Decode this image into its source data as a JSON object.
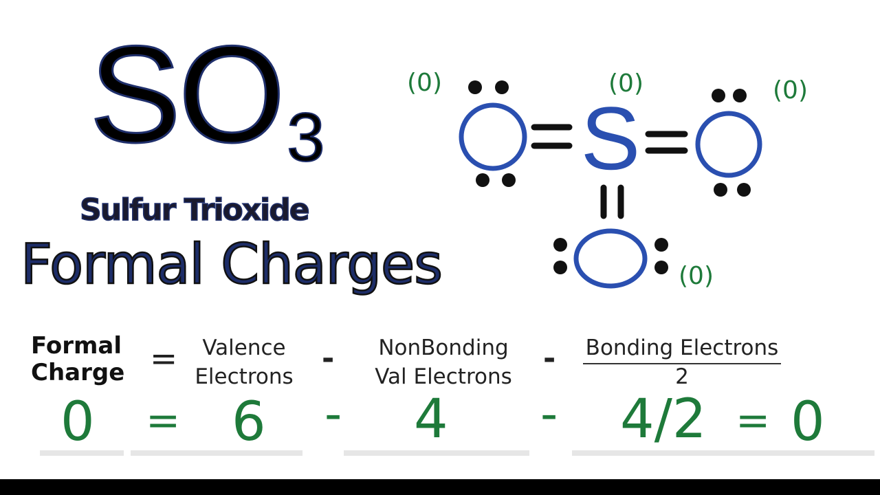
{
  "heading": {
    "formula_main": "SO",
    "formula_subscript": "3",
    "subtitle": "Sulfur Trioxide",
    "title": "Formal Charges"
  },
  "formula": {
    "label_line1": "Formal",
    "label_line2": "Charge",
    "equals": "=",
    "minus": "-",
    "valence_line1": "Valence",
    "valence_line2": "Electrons",
    "nonbonding_line1": "NonBonding",
    "nonbonding_line2": "Val Electrons",
    "bonding_numerator": "Bonding Electrons",
    "bonding_denominator": "2"
  },
  "calculation": {
    "result": "0",
    "equals": "=",
    "valence": "6",
    "minus": "-",
    "nonbonding": "4",
    "bonding_fraction": "4/2",
    "final": "0"
  },
  "structure": {
    "atom_left": "O",
    "atom_center": "S",
    "atom_right": "O",
    "atom_bottom": "O",
    "charge_left": "(0)",
    "charge_center": "(0)",
    "charge_right": "(0)",
    "charge_bottom": "(0)"
  },
  "colors": {
    "oxygen": "#2a4fb0",
    "charge_annotation": "#1e7a3a",
    "title": "#1d2d68"
  }
}
